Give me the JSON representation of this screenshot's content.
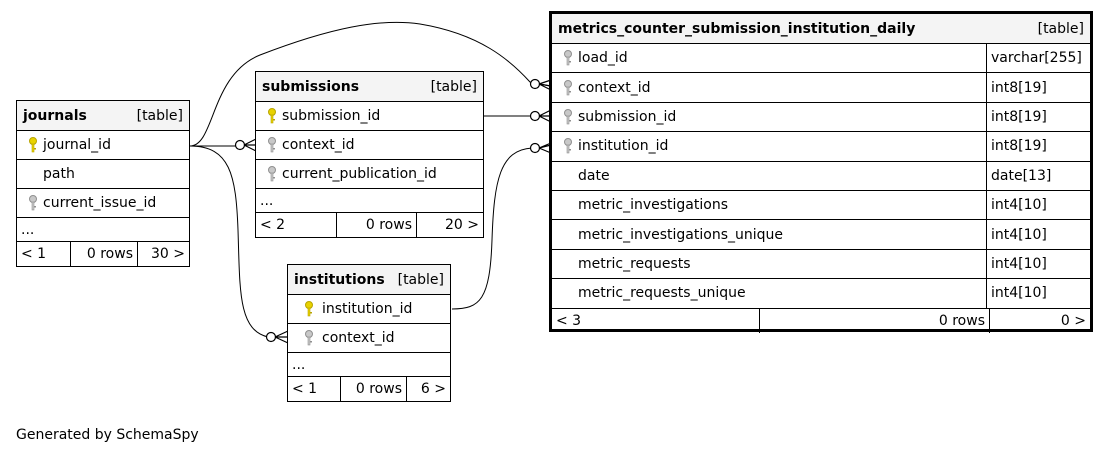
{
  "journals": {
    "name": "journals",
    "kind": "[table]",
    "columns": [
      {
        "name": "journal_id",
        "key": "primary"
      },
      {
        "name": "path",
        "key": "none"
      },
      {
        "name": "current_issue_id",
        "key": "index"
      }
    ],
    "more": "...",
    "footer": {
      "parents": "< 1",
      "rows": "0 rows",
      "children": "30 >"
    }
  },
  "submissions": {
    "name": "submissions",
    "kind": "[table]",
    "columns": [
      {
        "name": "submission_id",
        "key": "primary"
      },
      {
        "name": "context_id",
        "key": "index"
      },
      {
        "name": "current_publication_id",
        "key": "index"
      }
    ],
    "more": "...",
    "footer": {
      "parents": "< 2",
      "rows": "0 rows",
      "children": "20 >"
    }
  },
  "institutions": {
    "name": "institutions",
    "kind": "[table]",
    "columns": [
      {
        "name": "institution_id",
        "key": "primary"
      },
      {
        "name": "context_id",
        "key": "index"
      }
    ],
    "more": "...",
    "footer": {
      "parents": "< 1",
      "rows": "0 rows",
      "children": "6 >"
    }
  },
  "metrics": {
    "name": "metrics_counter_submission_institution_daily",
    "kind": "[table]",
    "columns": [
      {
        "name": "load_id",
        "type": "varchar[255]",
        "key": "index"
      },
      {
        "name": "context_id",
        "type": "int8[19]",
        "key": "index"
      },
      {
        "name": "submission_id",
        "type": "int8[19]",
        "key": "index"
      },
      {
        "name": "institution_id",
        "type": "int8[19]",
        "key": "index"
      },
      {
        "name": "date",
        "type": "date[13]",
        "key": "none"
      },
      {
        "name": "metric_investigations",
        "type": "int4[10]",
        "key": "none"
      },
      {
        "name": "metric_investigations_unique",
        "type": "int4[10]",
        "key": "none"
      },
      {
        "name": "metric_requests",
        "type": "int4[10]",
        "key": "none"
      },
      {
        "name": "metric_requests_unique",
        "type": "int4[10]",
        "key": "none"
      }
    ],
    "footer": {
      "parents": "< 3",
      "rows": "0 rows",
      "children": "0 >"
    }
  },
  "credit": "Generated by SchemaSpy",
  "colors": {
    "primary_key": "#e8d200",
    "index_key": "#a8a8a8",
    "header_bg": "#f4f4f4"
  },
  "icons": {
    "primary_key": "gold-key-icon",
    "index_key": "gray-key-icon"
  }
}
